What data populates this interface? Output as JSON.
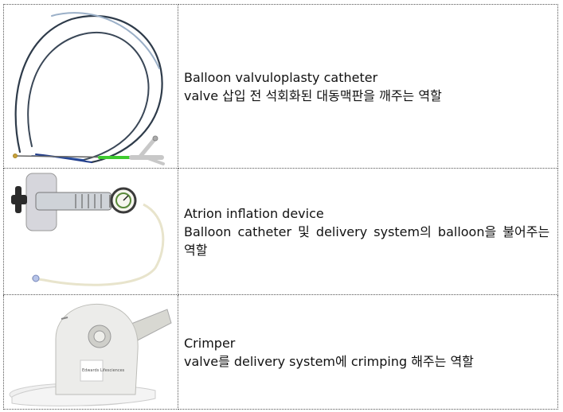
{
  "rows": [
    {
      "device": "Balloon valvuloplasty catheter",
      "description": "valve 삽입 전 석회화된 대동맥판을 깨주는 역할",
      "image_icon": "catheter-coil"
    },
    {
      "device": "Atrion inflation device",
      "description": "Balloon catheter 및 delivery system의 balloon을 불어주는 역할",
      "image_icon": "inflation-syringe-gauge"
    },
    {
      "device": "Crimper",
      "description": "valve를 delivery system에 crimping 해주는 역할",
      "image_icon": "crimper-tool",
      "image_label": "Edwards Lifesciences"
    }
  ]
}
